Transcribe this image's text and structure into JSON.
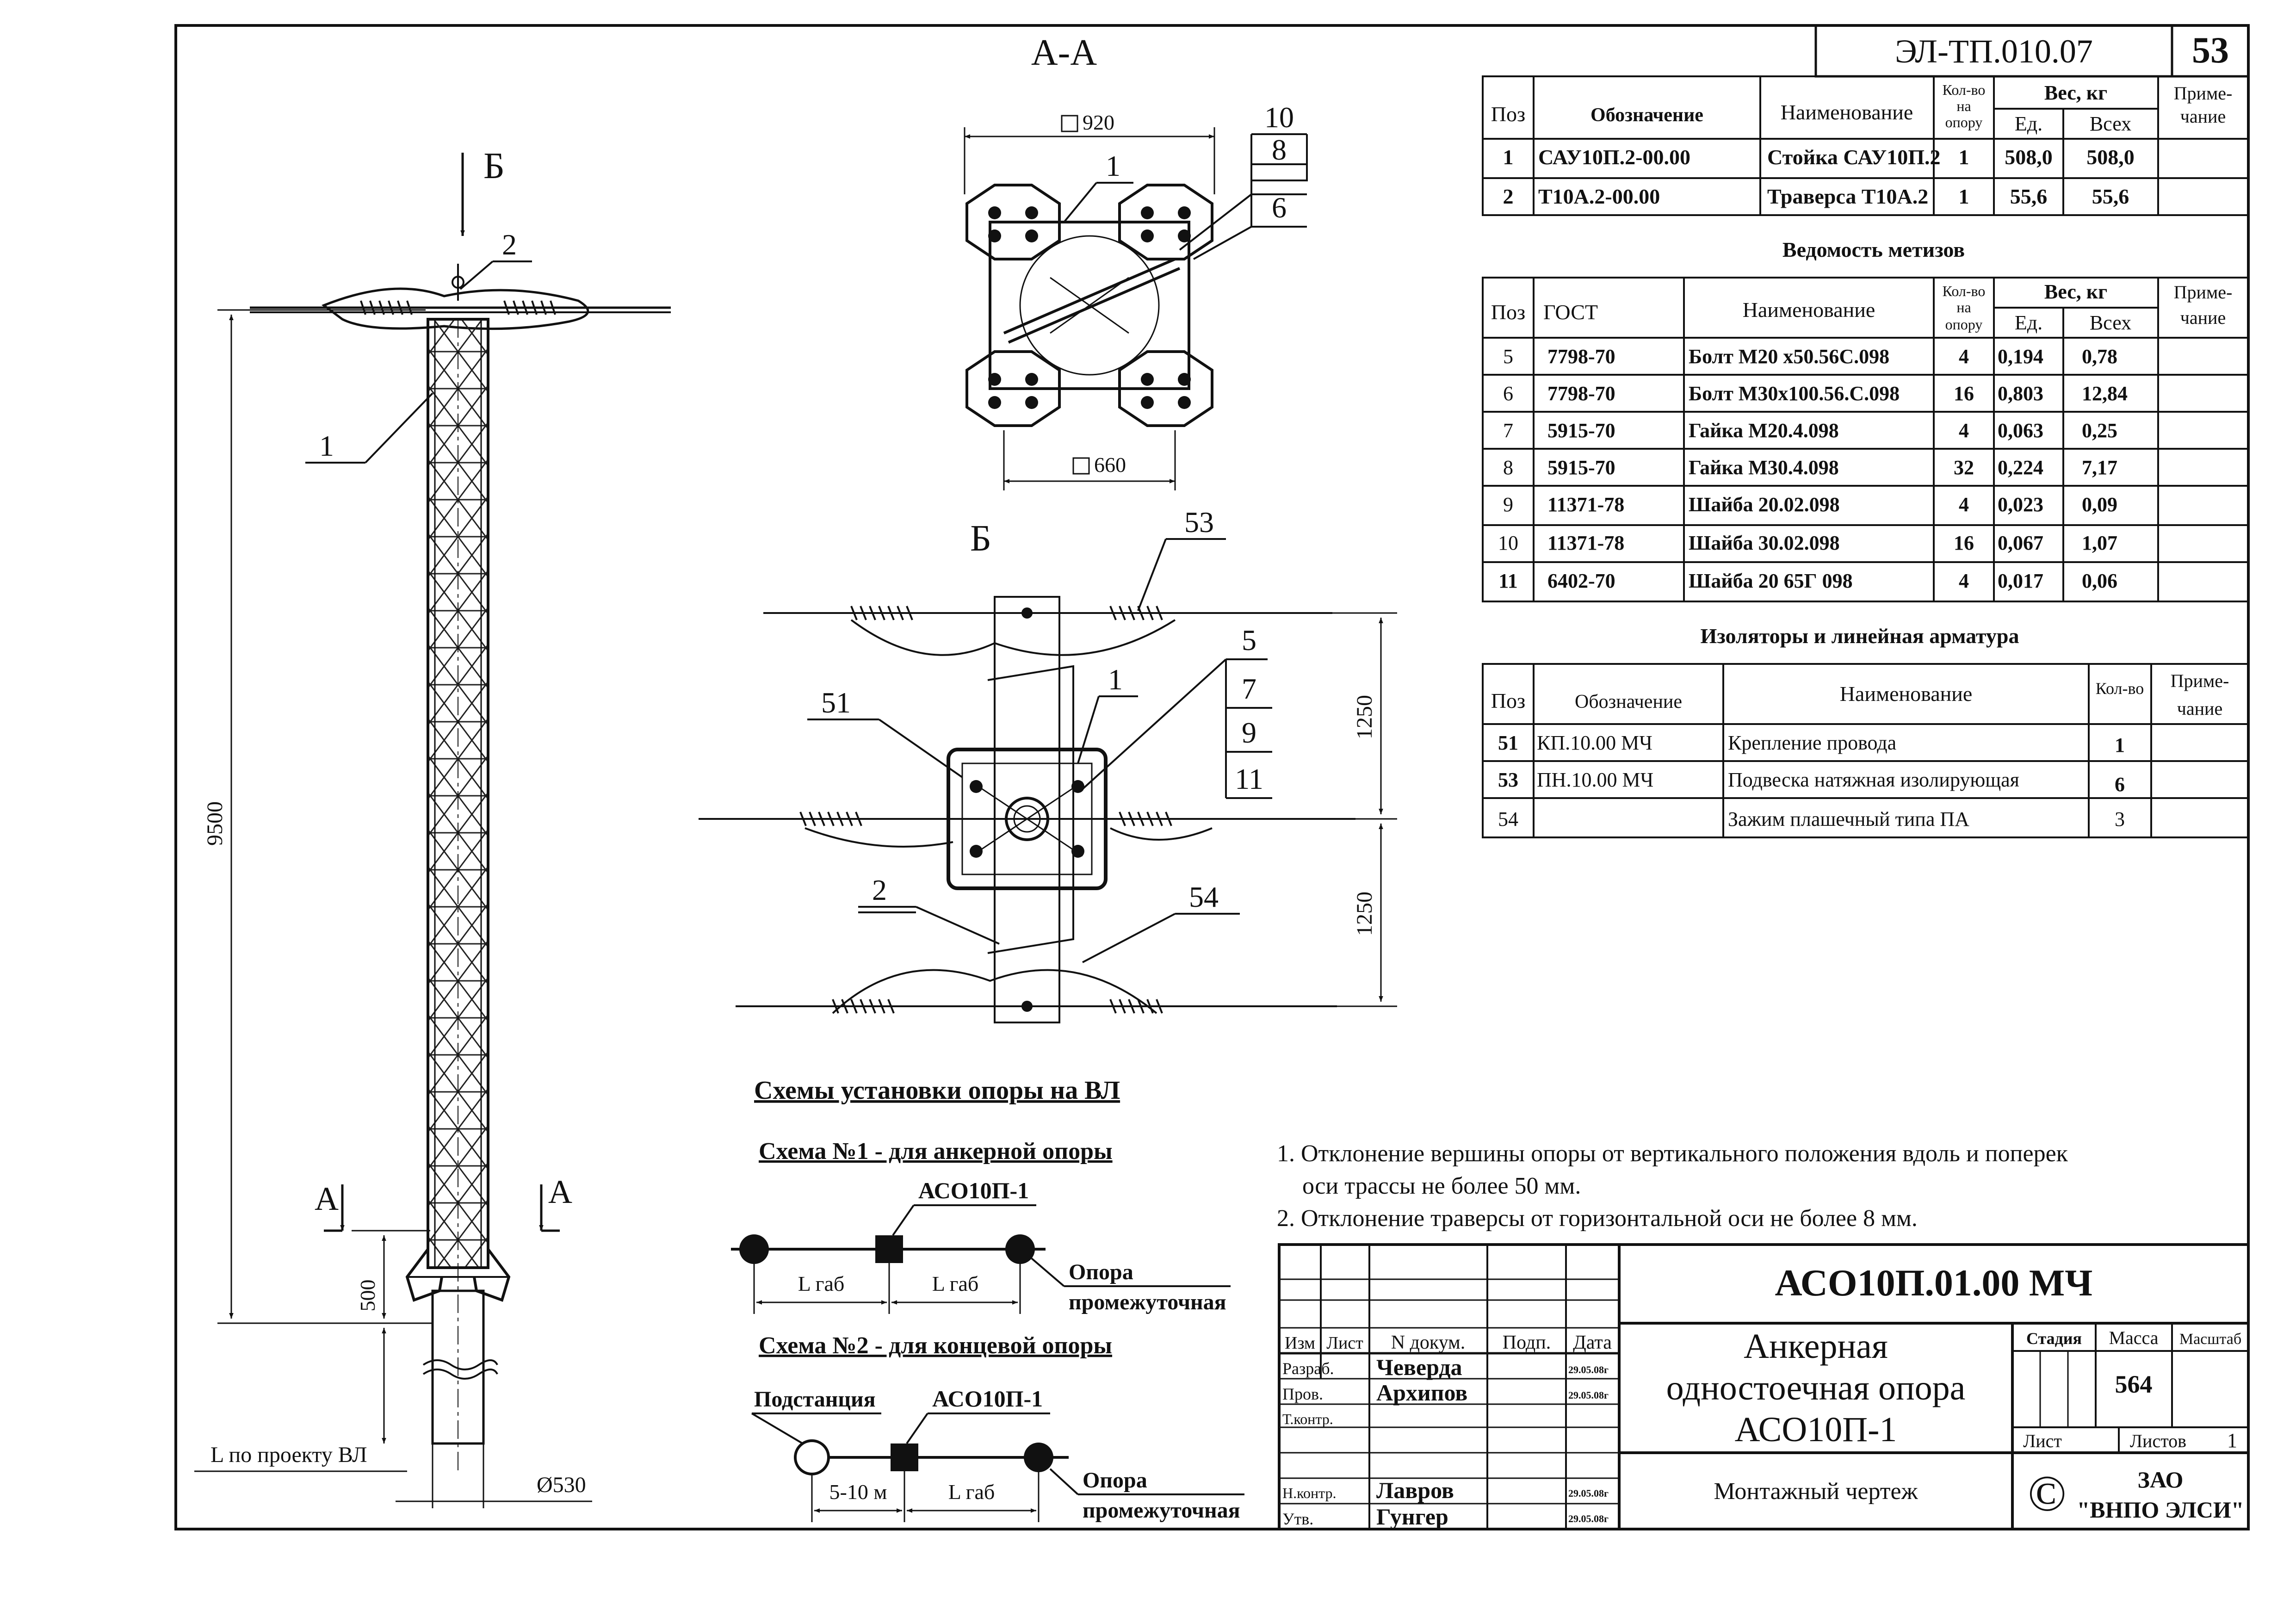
{
  "stamp": {
    "code": "ЭЛ-ТП.010.07",
    "page": "53",
    "designation": "АСО10П.01.00 МЧ",
    "name_lines": [
      "Анкерная",
      "одностоечная опора",
      "АСО10П-1"
    ],
    "doc_type": "Монтажный чертеж",
    "stage_label": "Стадия",
    "mass_label": "Масса",
    "scale_label": "Масштаб",
    "mass_value": "564",
    "sheet_label": "Лист",
    "sheets_label": "Листов",
    "sheets_value": "1",
    "company_line1": "ЗАО",
    "company_line2": "\"ВНПО ЭЛСИ\"",
    "copyright": "©",
    "header_cols": [
      "Изм",
      "Лист",
      "N докум.",
      "Подп.",
      "Дата"
    ],
    "signatures": [
      {
        "role": "Разраб.",
        "name": "Чеверда",
        "date": "29.05.08г"
      },
      {
        "role": "Пров.",
        "name": "Архипов",
        "date": "29.05.08г"
      },
      {
        "role": "Т.контр.",
        "name": "",
        "date": ""
      },
      {
        "role": "Н.контр.",
        "name": "Лавров",
        "date": "29.05.08г"
      },
      {
        "role": "Утв.",
        "name": "Гунгер",
        "date": "29.05.08г"
      }
    ]
  },
  "parts_table": {
    "headers": {
      "pos": "Поз",
      "designation": "Обозначение",
      "name": "Наименование",
      "qty": [
        "Кол-во",
        "на",
        "опору"
      ],
      "weight": "Вес, кг",
      "unit": "Ед.",
      "total": "Всех",
      "note": [
        "Приме-",
        "чание"
      ]
    },
    "rows": [
      {
        "pos": "1",
        "designation": "САУ10П.2-00.00",
        "name": "Стойка  САУ10П.2",
        "qty": "1",
        "unit": "508,0",
        "total": "508,0"
      },
      {
        "pos": "2",
        "designation": "Т10А.2-00.00",
        "name": "Траверса  Т10А.2",
        "qty": "1",
        "unit": "55,6",
        "total": "55,6"
      }
    ]
  },
  "fasteners_table": {
    "title": "Ведомость метизов",
    "headers": {
      "pos": "Поз",
      "gost": "ГОСТ",
      "name": "Наименование",
      "qty": [
        "Кол-во",
        "на",
        "опору"
      ],
      "weight": "Вес, кг",
      "unit": "Ед.",
      "total": "Всех",
      "note": [
        "Приме-",
        "чание"
      ]
    },
    "rows": [
      {
        "pos": "5",
        "gost": "7798-70",
        "name": "Болт М20 х50.56С.098",
        "qty": "4",
        "unit": "0,194",
        "total": "0,78"
      },
      {
        "pos": "6",
        "gost": "7798-70",
        "name": "Болт М30х100.56.С.098",
        "qty": "16",
        "unit": "0,803",
        "total": "12,84"
      },
      {
        "pos": "7",
        "gost": "5915-70",
        "name": "Гайка  М20.4.098",
        "qty": "4",
        "unit": "0,063",
        "total": "0,25"
      },
      {
        "pos": "8",
        "gost": "5915-70",
        "name": "Гайка  М30.4.098",
        "qty": "32",
        "unit": "0,224",
        "total": "7,17"
      },
      {
        "pos": "9",
        "gost": "11371-78",
        "name": "Шайба  20.02.098",
        "qty": "4",
        "unit": "0,023",
        "total": "0,09"
      },
      {
        "pos": "10",
        "gost": "11371-78",
        "name": "Шайба  30.02.098",
        "qty": "16",
        "unit": "0,067",
        "total": "1,07"
      },
      {
        "pos": "11",
        "gost": "6402-70",
        "name": "Шайба  20 65Г 098",
        "qty": "4",
        "unit": "0,017",
        "total": "0,06"
      }
    ]
  },
  "insulators_table": {
    "title": "Изоляторы и линейная арматура",
    "headers": {
      "pos": "Поз",
      "designation": "Обозначение",
      "name": "Наименование",
      "qty": "Кол-во",
      "note": [
        "Приме-",
        "чание"
      ]
    },
    "rows": [
      {
        "pos": "51",
        "designation": "КП.10.00 МЧ",
        "name": "Крепление провода",
        "qty": "1"
      },
      {
        "pos": "53",
        "designation": "ПН.10.00 МЧ",
        "name": "Подвеска натяжная изолирующая",
        "qty": "6"
      },
      {
        "pos": "54",
        "designation": "",
        "name": "Зажим плашечный типа ПА",
        "qty": "3"
      }
    ]
  },
  "notes": [
    "1. Отклонение вершины опоры от вертикального положения вдоль и поперек",
    "оси трассы не более 50 мм.",
    "2. Отклонение траверсы от горизонтальной оси не более 8 мм."
  ],
  "schemes": {
    "title": "Схемы установки опоры на ВЛ",
    "scheme1_title": "Схема №1 - для анкерной опоры",
    "scheme2_title": "Схема №2 - для концевой опоры",
    "support_label": "АСО10П-1",
    "intermediate_line1": "Опора",
    "intermediate_line2": "промежуточная",
    "span_label": "L габ",
    "substation_label": "Подстанция",
    "short_span_label": "5-10 м"
  },
  "views": {
    "section_aa": "А-А",
    "view_b": "Б",
    "section_mark": "А",
    "dim_920": "920",
    "dim_660": "660",
    "dim_1250_top": "1250",
    "dim_1250_bottom": "1250",
    "dim_9500": "9500",
    "dim_500": "500",
    "dim_530": "Ø530",
    "l_project": "L по проекту ВЛ",
    "callouts": {
      "c1": "1",
      "c2": "2",
      "c5": "5",
      "c6": "6",
      "c7": "7",
      "c8": "8",
      "c9": "9",
      "c10": "10",
      "c11": "11",
      "c51": "51",
      "c53": "53",
      "c54": "54"
    }
  }
}
